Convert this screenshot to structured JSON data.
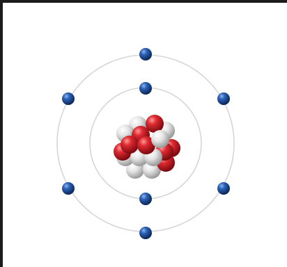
{
  "diagram": {
    "subject": "atom",
    "shells": [
      {
        "electrons": 2
      },
      {
        "electrons": 6
      }
    ],
    "nucleus": {
      "protons": 8,
      "neutrons": 8
    }
  },
  "colors": {
    "background": "#ffffff",
    "frame": "#1c1c1c",
    "orbit": "#d6d6d6",
    "electron": "#1f4f99",
    "proton": "#d8222c",
    "neutron": "#e8e8e8"
  }
}
